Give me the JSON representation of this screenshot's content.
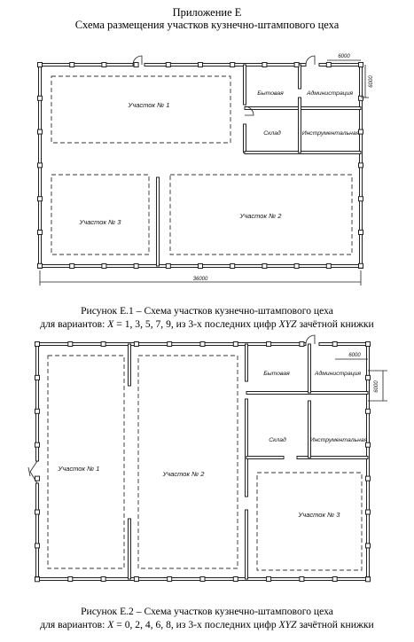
{
  "header": {
    "appendix": "Приложение Е",
    "title": "Схема размещения участков кузнечно-штампового цеха"
  },
  "figure1": {
    "caption": "Рисунок Е.1 – Схема участков кузнечно-штампового цеха",
    "variants_prefix": "для вариантов: ",
    "variants_var": "X",
    "variants_values": " = 1, 3, 5, 7, 9, из 3-х последних цифр ",
    "variants_code": "XYZ",
    "variants_suffix": " зачётной книжки",
    "rooms": {
      "u1": "Участок № 1",
      "u2": "Участок № 2",
      "u3": "Участок № 3",
      "byt": "Бытовая",
      "adm": "Администрация",
      "sklad": "Склад",
      "instr": "Инструментальная"
    },
    "dims": {
      "width": "36000",
      "span": "6000",
      "depth": "6000"
    }
  },
  "figure2": {
    "caption": "Рисунок Е.2 – Схема участков кузнечно-штампового цеха",
    "variants_prefix": "для вариантов: ",
    "variants_var": "X",
    "variants_values": " = 0, 2, 4, 6, 8, из 3-х последних цифр ",
    "variants_code": "XYZ",
    "variants_suffix": " зачётной книжки",
    "rooms": {
      "u1": "Участок № 1",
      "u2": "Участок № 2",
      "u3": "Участок № 3",
      "byt": "Бытовая",
      "adm": "Администрация",
      "sklad": "Склад",
      "instr": "Инструментальная"
    },
    "dims": {
      "span": "6000",
      "depth": "6000"
    }
  }
}
